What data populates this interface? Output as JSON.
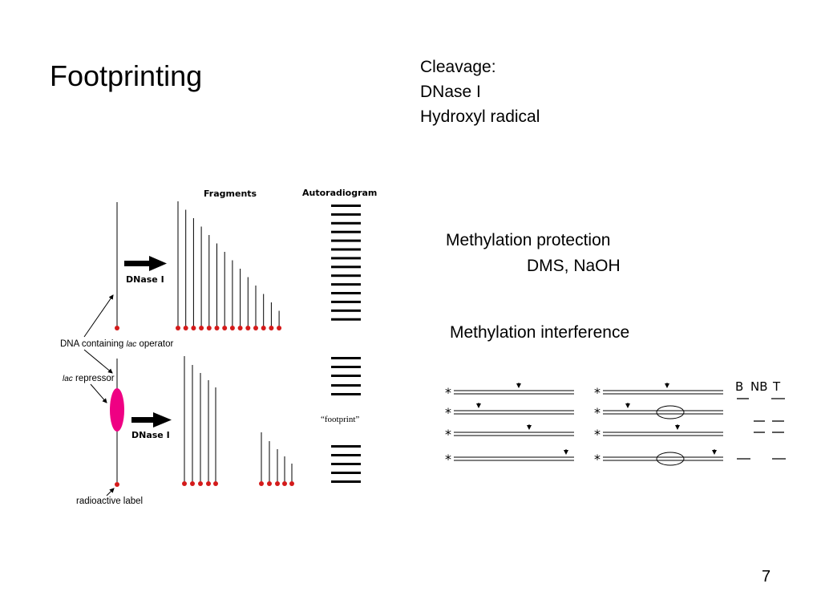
{
  "slide": {
    "title": "Footprinting",
    "cleavage": {
      "heading": "Cleavage:",
      "methods": [
        "DNase I",
        "Hydroxyl radical"
      ]
    },
    "methylation_protection": {
      "label": "Methylation protection",
      "reagents": "DMS, NaOH"
    },
    "methylation_interference": {
      "label": "Methylation interference"
    },
    "page_number": "7"
  },
  "figure_dnase": {
    "fragments_label": "Fragments",
    "autoradiogram_label": "Autoradiogram",
    "dnase_label_top": "DNase I",
    "dnase_label_bottom": "DNase I",
    "dna_label": "DNA containing",
    "dna_label_lac": "lac",
    "dna_label_operator": "operator",
    "repressor_lac": "lac",
    "repressor_label": "repressor",
    "footprint_label": "“footprint”",
    "radio_label": "radioactive label",
    "colors": {
      "repressor": "#ef0083",
      "label_dot": "#d41a1a"
    }
  },
  "figure_interference": {
    "lane_labels": [
      "B",
      "NB",
      "T"
    ],
    "marker": "*"
  }
}
